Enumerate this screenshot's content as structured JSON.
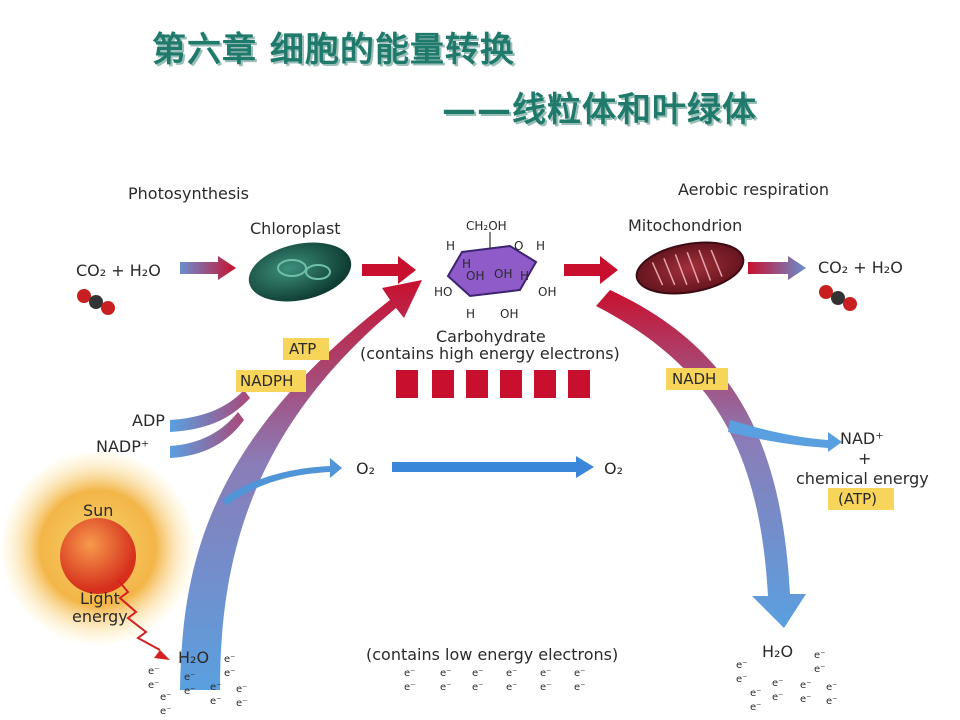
{
  "title": {
    "line1": "第六章 细胞的能量转换",
    "line2": "——线粒体和叶绿体"
  },
  "diagram": {
    "left_header": "Photosynthesis",
    "right_header": "Aerobic respiration",
    "chloroplast": "Chloroplast",
    "mitochondrion": "Mitochondrion",
    "co2_h2o_in": "CO₂ + H₂O",
    "co2_h2o_out": "CO₂ + H₂O",
    "carbohydrate_label": "Carbohydrate",
    "carbohydrate_note": "(contains high energy electrons)",
    "atp_tag": "ATP",
    "nadph_tag": "NADPH",
    "nadh_tag": "NADH",
    "adp": "ADP",
    "nadp": "NADP⁺",
    "o2_left": "O₂",
    "o2_right": "O₂",
    "nad": "NAD⁺",
    "plus": "+",
    "chemical_energy": "chemical energy",
    "atp_paren": "(ATP)",
    "sun": "Sun",
    "light": "Light",
    "energy": "energy",
    "h2o_left": "H₂O",
    "h2o_right": "H₂O",
    "low_energy_note": "(contains low energy electrons)",
    "electron": "e⁻",
    "glucose": {
      "ch2oh": "CH₂OH",
      "h": "H",
      "o": "O",
      "oh": "OH",
      "ho": "HO"
    }
  },
  "colors": {
    "title": "#1f7a6c",
    "red_arrow": "#c8102e",
    "blue_arrow": "#4f95d8",
    "tag_yellow": "#f7d45a",
    "sugar_purple": "#8e5bc8"
  }
}
